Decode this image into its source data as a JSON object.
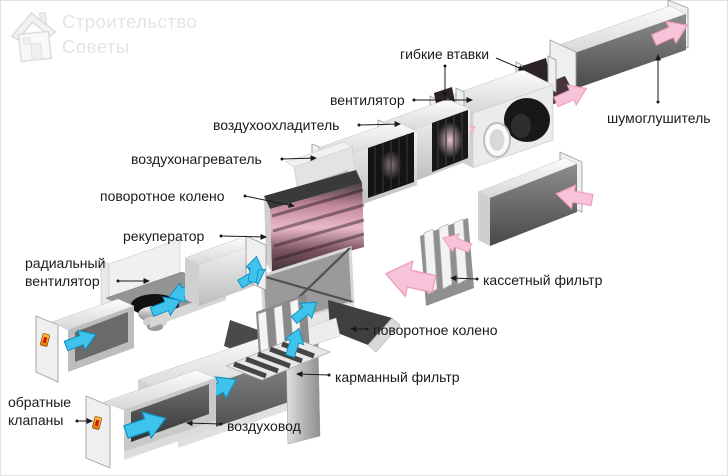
{
  "logo": {
    "line1": "Строительство",
    "line2": "Советы"
  },
  "diagram": {
    "labels": {
      "flexible_inserts": "гибкие втавки",
      "fan": "вентилятор",
      "air_cooler": "воздухоохладитель",
      "air_heater": "воздухонагреватель",
      "rotary_elbow_top": "поворотное колено",
      "recuperator": "рекуператор",
      "radial_fan_line1": "радиальный",
      "radial_fan_line2": "вентилятор",
      "check_valves_line1": "обратные",
      "check_valves_line2": "клапаны",
      "silencer": "шумоглушитель",
      "cassette_filter": "кассетный фильтр",
      "rotary_elbow_bottom": "поворотное колено",
      "pocket_filter": "карманный фильтр",
      "air_duct": "воздуховод"
    },
    "colors": {
      "supply_arrow": "#3fc2ec",
      "exhaust_arrow": "#f6c3d9",
      "valve_marker": "#ff9d00",
      "label_text": "#1a1a1a",
      "logo_gray": "#e4e4e4"
    }
  }
}
